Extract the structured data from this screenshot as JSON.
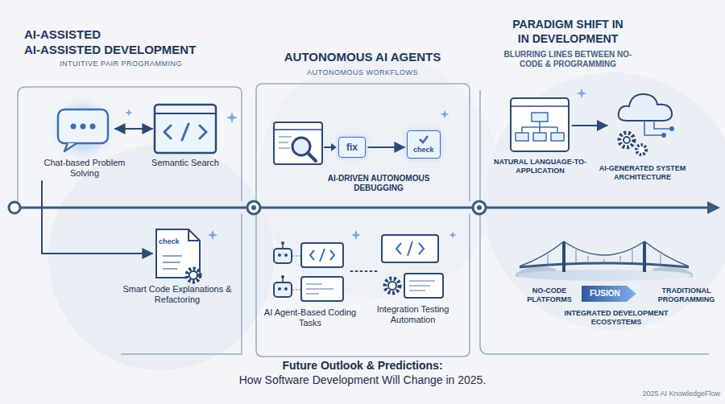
{
  "diagram": {
    "title": "Future Outlook & Predictions:",
    "caption": "How Software Development Will Change in 2025.",
    "nodes": [
      {
        "text": [
          "Chat-based Problem Solving"
        ]
      },
      {
        "text": [
          "Semantic Search"
        ]
      },
      {
        "text": [
          "check",
          "Smart Code Explanations & Refactoring"
        ]
      },
      {
        "text": [
          "fix"
        ]
      },
      {
        "text": [
          "check"
        ]
      },
      {
        "text": [
          "AI Agent-Based Coding Tasks"
        ]
      },
      {
        "text": [
          "Integration Testing Automation"
        ]
      },
      {
        "text": [
          "NATURAL LANGUAGE-TO-APPLICATION"
        ]
      },
      {
        "text": [
          "AI-GENERATED SYSTEM ARCHITECTURE"
        ]
      },
      {
        "text": [
          "FUSION"
        ]
      }
    ],
    "edges": [
      {
        "from": 0,
        "to": 1,
        "arrow": "both"
      },
      {
        "from": 0,
        "to": 2,
        "arrow": "to"
      },
      {
        "from": 3,
        "to": 4,
        "arrow": "to"
      },
      {
        "from": 5,
        "to": 6,
        "arrow": "none"
      },
      {
        "from": 7,
        "to": 8,
        "arrow": "to"
      }
    ],
    "labels": [
      "AI-ASSISTED",
      "AI-ASSISTED DEVELOPMENT",
      "INTUITIVE PAIR PROGRAMMING",
      "AUTONOMOUS AI AGENTS",
      "AUTONOMOUS WORKFLOWS",
      "PARADIGM SHIFT IN",
      "IN DEVELOPMENT",
      "BLURRING LINES BETWEEN NO-CODE & PROGRAMMING",
      "AI-DRIVEN AUTONOMOUS DEBUGGING",
      "NO-CODE PLATFORMS",
      "TRADITIONAL PROGRAMMING",
      "INTEGRATED DEVELOPMENT ECOSYSTEMS",
      "2025 AI KnowledgeFlow"
    ]
  }
}
